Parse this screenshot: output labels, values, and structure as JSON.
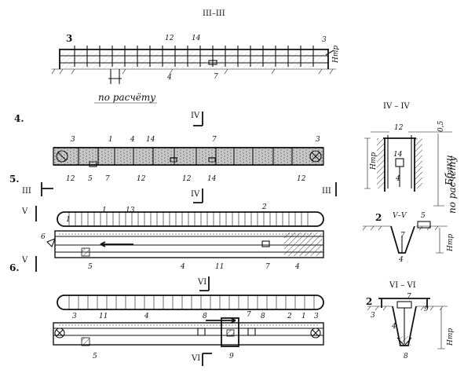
{
  "section_titles": {
    "iii": "III–III",
    "iv": "IV – IV",
    "v": "V–V",
    "vi": "VI – VI"
  },
  "figure_numbers": {
    "f4": "4.",
    "f5": "5.",
    "f6": "6."
  },
  "cut_marks": {
    "iii": "III",
    "iv": "IV",
    "v": "V",
    "vi": "VI"
  },
  "notes": {
    "by_calc": "по расчёту",
    "by_calc_vertical": "по расчёту",
    "beam": "Бблки",
    "htr": "Нтр"
  },
  "dims": {
    "d05": "0,5"
  },
  "callouts": {
    "n1": "1",
    "n2": "2",
    "n3": "3",
    "n4": "4",
    "n5": "5",
    "n6": "6",
    "n7": "7",
    "n8": "8",
    "n9": "9",
    "n11": "11",
    "n12": "12",
    "n13": "13",
    "n14": "14"
  }
}
